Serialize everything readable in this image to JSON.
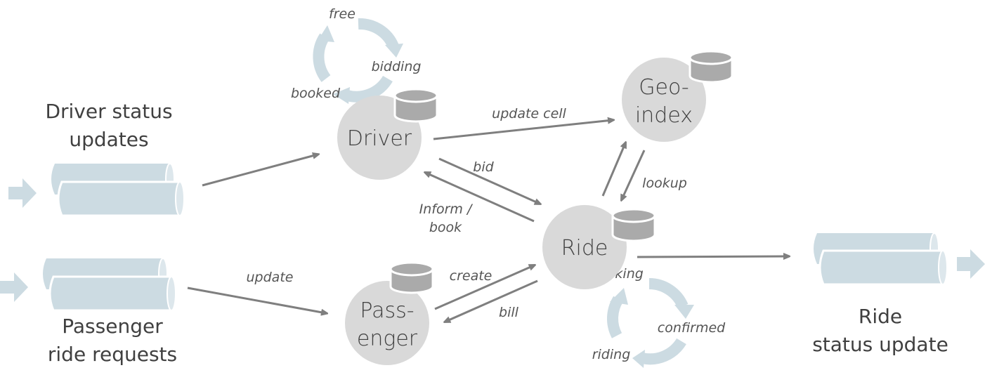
{
  "colors": {
    "node_fill": "#d9d9d9",
    "database_fill": "#aaaaaa",
    "stream_fill": "#ccdbe2",
    "arrow": "#7f7f7f",
    "text": "#404040"
  },
  "streams": {
    "driver_status": {
      "label_line1": "Driver status",
      "label_line2": "updates",
      "icon": "queue-pipe-icon"
    },
    "passenger_requests": {
      "label_line1": "Passenger",
      "label_line2": "ride requests",
      "icon": "queue-pipe-icon"
    },
    "ride_status": {
      "label_line1": "Ride",
      "label_line2": "status update",
      "icon": "queue-pipe-icon"
    }
  },
  "nodes": {
    "driver": {
      "label": "Driver",
      "icon": "database-icon"
    },
    "passenger": {
      "label_line1": "Pass-",
      "label_line2": "enger",
      "icon": "database-icon"
    },
    "ride": {
      "label": "Ride",
      "icon": "database-icon"
    },
    "geoindex": {
      "label_line1": "Geo-",
      "label_line2": "index",
      "icon": "database-icon"
    }
  },
  "edges": {
    "update_cell": "update cell",
    "bid": "bid",
    "inform_book_line1": "Inform /",
    "inform_book_line2": "book",
    "lookup": "lookup",
    "update": "update",
    "create": "create",
    "bill": "bill"
  },
  "driver_states": [
    "free",
    "bidding",
    "booked"
  ],
  "ride_states": [
    "seeking",
    "confirmed",
    "riding"
  ]
}
